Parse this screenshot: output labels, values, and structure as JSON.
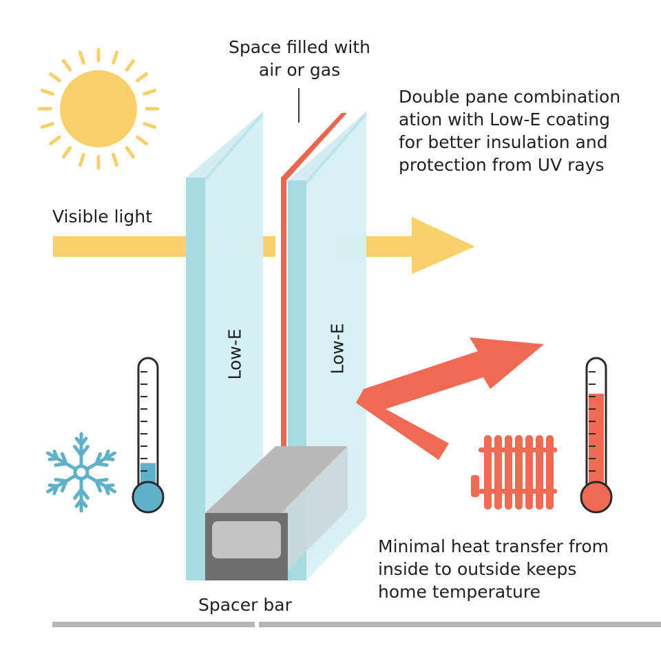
{
  "labels": {
    "gap_line1": "Space filled with",
    "gap_line2": "air or gas",
    "desc_line1": "Double pane combination",
    "desc_line2": "ation with Low-E coating",
    "desc_line3": "for better insulation and",
    "desc_line4": "protection from UV rays",
    "visible_light": "Visible light",
    "lowe_left": "Low-E",
    "lowe_right": "Low-E",
    "heat_line1": "Minimal heat transfer from",
    "heat_line2": "inside to outside keeps",
    "heat_line3": "home temperature",
    "spacer": "Spacer bar"
  },
  "colors": {
    "sun": "#F9CF6B",
    "light_arrow": "#FAD06A",
    "heat": "#EE6A52",
    "glass": "#A8DDE6",
    "glass_face": "#D2EEF3",
    "coating": "#E8674F",
    "spacer": "#8E8E8E",
    "cold": "#5FB0C8"
  },
  "thermometers": {
    "cold_level": 0.25,
    "warm_level": 0.78
  }
}
